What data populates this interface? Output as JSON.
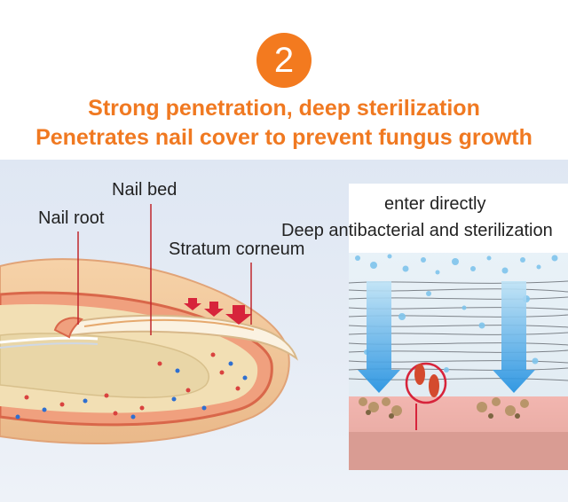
{
  "step_number": "2",
  "headline": {
    "line1": "Strong penetration, deep sterilization",
    "line2": "Penetrates nail cover to prevent fungus growth"
  },
  "nail_diagram": {
    "label_nail_bed": "Nail bed",
    "label_nail_root": "Nail root",
    "label_stratum": "Stratum corneum"
  },
  "panel": {
    "caption_top": "enter directly",
    "caption_bottom": "Deep antibacterial and sterilization"
  },
  "colors": {
    "accent": "#f37a1f",
    "headline": "#f07921",
    "pointer_line": "#c0272d"
  }
}
